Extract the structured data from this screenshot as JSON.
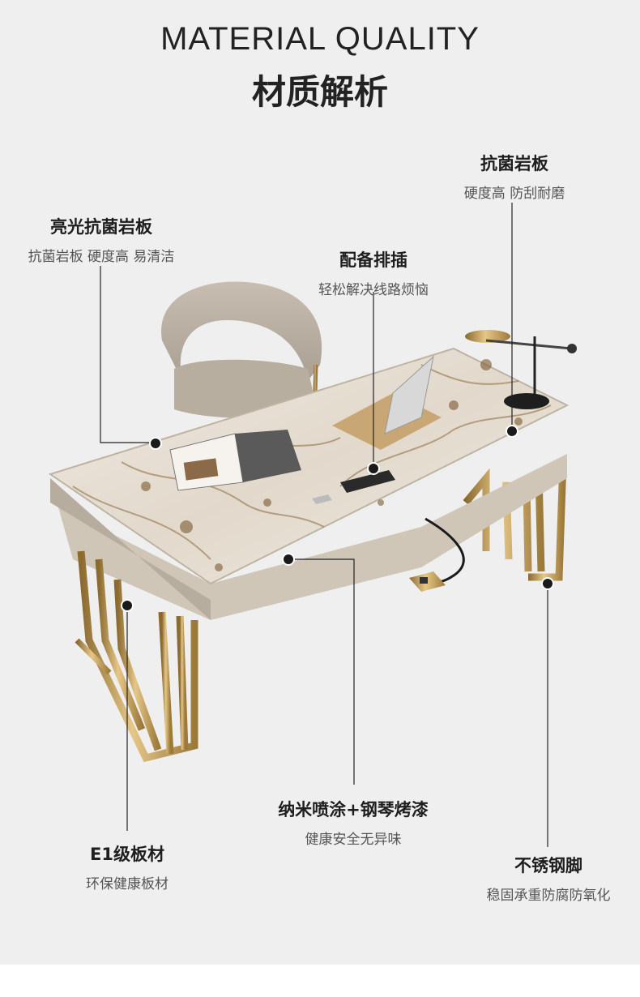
{
  "header": {
    "title_en": "MATERIAL QUALITY",
    "title_cn": "材质解析"
  },
  "callouts": {
    "slate_top": {
      "title": "抗菌岩板",
      "subtitle": "硬度高 防刮耐磨"
    },
    "glossy_slate": {
      "title": "亮光抗菌岩板",
      "subtitle": "抗菌岩板 硬度高 易清洁"
    },
    "power_strip": {
      "title": "配备排插",
      "subtitle": "轻松解决线路烦恼"
    },
    "coating": {
      "title": "纳米喷涂+钢琴烤漆",
      "subtitle": "健康安全无异味"
    },
    "board": {
      "title": "E1级板材",
      "subtitle": "环保健康板材"
    },
    "legs": {
      "title": "不锈钢脚",
      "subtitle": "稳固承重防腐防氧化"
    }
  },
  "colors": {
    "gold": "#c9a35a",
    "taupe": "#cfc6b8",
    "marble": "#e8e2d8",
    "dot": "#1a1a1a"
  }
}
